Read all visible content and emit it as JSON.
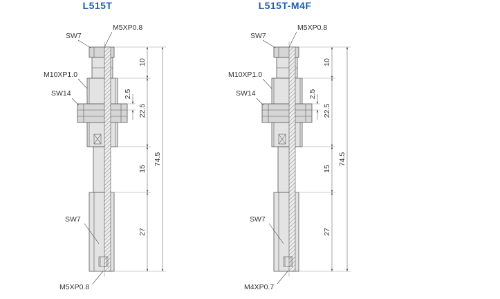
{
  "diagrams": [
    {
      "title": "L515T",
      "labels": {
        "sw_top": "SW7",
        "thread_top": "M5XP0.8",
        "thread_body": "M10XP1.0",
        "sw_nut": "SW14",
        "sw_bottom": "SW7",
        "thread_bottom": "M5XP0.8"
      },
      "dimensions": {
        "d10": "10",
        "d2_5": "2.5",
        "d22_5": "22.5",
        "d15": "15",
        "d27": "27",
        "d74_5": "74.5"
      }
    },
    {
      "title": "L515T-M4F",
      "labels": {
        "sw_top": "SW7",
        "thread_top": "M5XP0.8",
        "thread_body": "M10XP1.0",
        "sw_nut": "SW14",
        "sw_bottom": "SW7",
        "thread_bottom": "M4XP0.7"
      },
      "dimensions": {
        "d10": "10",
        "d2_5": "2.5",
        "d22_5": "22.5",
        "d15": "15",
        "d27": "27",
        "d74_5": "74.5"
      }
    }
  ],
  "colors": {
    "title": "#1f5fa8",
    "line": "#555555",
    "fill": "#e3e3e3"
  }
}
